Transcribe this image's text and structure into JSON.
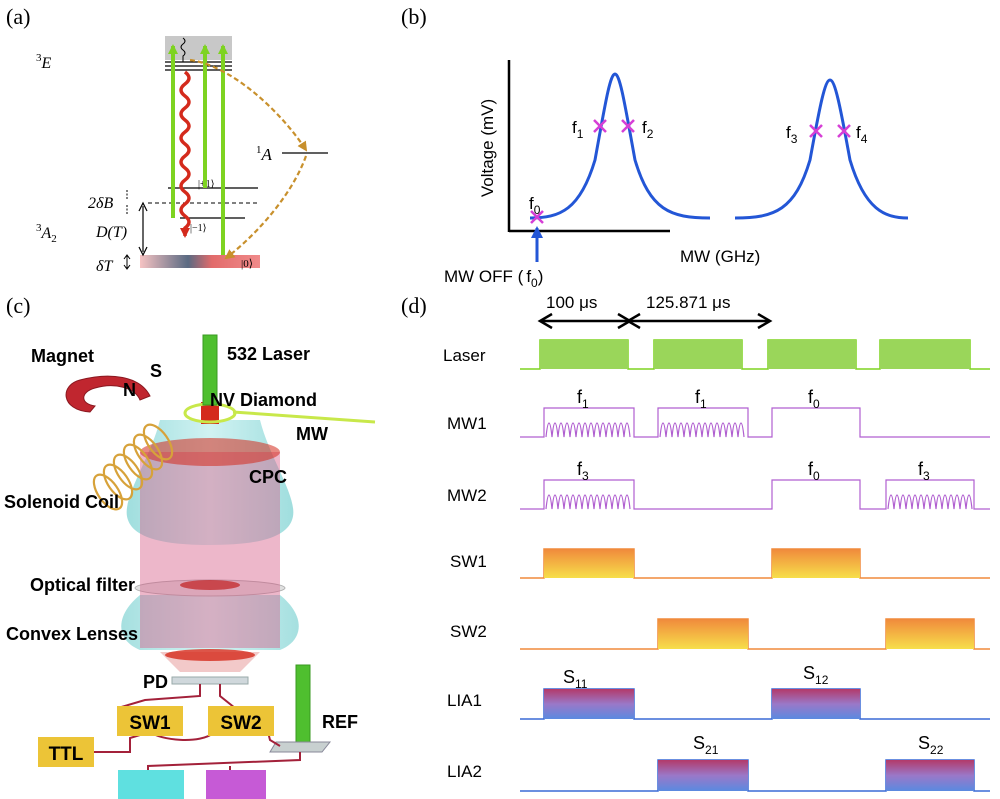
{
  "colors": {
    "green": "#7ed321",
    "red": "#d42a1c",
    "gold": "#c8902c",
    "blue": "#2356d6",
    "magenta": "#d63fd6",
    "purple": "#b05fd0",
    "orange": "#f08a3c",
    "yellow_box": "#ecc437",
    "cyan_box": "#5fe0e0",
    "magenta_box": "#c65ad6"
  },
  "panel_a": {
    "label": "(a)",
    "state_3E": "3",
    "state_3E_sym": "E",
    "state_1A": "1",
    "state_1A_sym": "A",
    "state_3A2": "3",
    "state_3A2_sym": "A",
    "state_3A2_sub": "2",
    "ket_plus1": "|+1⟩",
    "ket_minus1": "|−1⟩",
    "ket_0": "|0⟩",
    "label_2dB": "2δB",
    "label_DT": "D(T)",
    "label_dT": "δT"
  },
  "panel_b": {
    "label": "(b)",
    "ylabel": "Voltage (mV)",
    "xlabel": "MW (GHz)",
    "mw_off": "MW OFF (",
    "mw_off_f": "f",
    "mw_off_sub": "0",
    "mw_off_close": ")",
    "points": [
      {
        "name": "f",
        "sub": "0"
      },
      {
        "name": "f",
        "sub": "1"
      },
      {
        "name": "f",
        "sub": "2"
      },
      {
        "name": "f",
        "sub": "3"
      },
      {
        "name": "f",
        "sub": "4"
      }
    ]
  },
  "panel_c": {
    "label": "(c)",
    "magnet": "Magnet",
    "pole_n": "N",
    "pole_s": "S",
    "laser": "532 Laser",
    "nv": "NV Diamond",
    "mw": "MW",
    "cpc": "CPC",
    "coil": "Solenoid Coil",
    "filter": "Optical filter",
    "lenses": "Convex Lenses",
    "pd": "PD",
    "sw1": "SW1",
    "sw2": "SW2",
    "ttl": "TTL",
    "ref": "REF"
  },
  "panel_d": {
    "label": "(d)",
    "dur1": "100 μs",
    "dur2": "125.871 μs",
    "rows": [
      "Laser",
      "MW1",
      "MW2",
      "SW1",
      "SW2",
      "LIA1",
      "LIA2"
    ],
    "mw1_labels": [
      {
        "t": "f",
        "s": "1"
      },
      {
        "t": "f",
        "s": "1"
      },
      {
        "t": "f",
        "s": "0"
      }
    ],
    "mw2_labels": [
      {
        "t": "f",
        "s": "3"
      },
      {
        "t": "f",
        "s": "0"
      },
      {
        "t": "f",
        "s": "3"
      }
    ],
    "lia1_labels": [
      {
        "t": "S",
        "s": "11"
      },
      {
        "t": "S",
        "s": "12"
      }
    ],
    "lia2_labels": [
      {
        "t": "S",
        "s": "21"
      },
      {
        "t": "S",
        "s": "22"
      }
    ]
  }
}
